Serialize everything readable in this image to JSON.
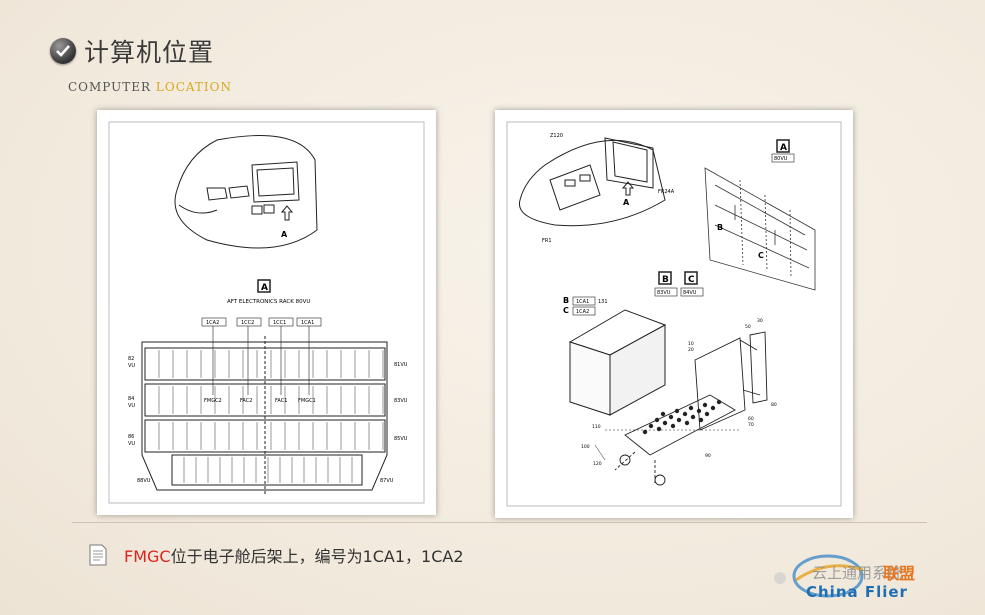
{
  "header": {
    "title": "计算机位置",
    "subtitle_part1": "COMPUTER",
    "subtitle_part2": "LOCATION"
  },
  "left_diagram": {
    "callout_a": "A",
    "box_label": "A",
    "rack_title": "AFT ELECTRONICS RACK 80VU",
    "slot_tags": [
      "1CA2",
      "1CC2",
      "1CC1",
      "1CA1"
    ],
    "rows_left": [
      [
        "82",
        "VU"
      ],
      [
        "84",
        "VU"
      ],
      [
        "86",
        "VU"
      ]
    ],
    "rows_right": [
      "81VU",
      "83VU",
      "85VU"
    ],
    "bottom_left": "88VU",
    "bottom_right": "87VU",
    "computers": [
      "FMGC2",
      "FAC2",
      "FAC1",
      "FMGC1"
    ]
  },
  "right_diagram": {
    "z_label": "Z120",
    "fr24a": "FR24A",
    "fr1": "FR1",
    "callout_a": "A",
    "box_a": "A",
    "box_a_sub": "80VU",
    "callout_b": "B",
    "callout_c": "C",
    "box_b": "B",
    "box_b_sub": "83VU",
    "box_c": "C",
    "box_c_sub": "84VU",
    "id_b_letter": "B",
    "id_c_letter": "C",
    "id_b": "1CA1",
    "id_c": "1CA2",
    "id_num": "131",
    "dims": [
      "30",
      "50",
      "10",
      "20",
      "80",
      "90",
      "70",
      "60",
      "110",
      "100",
      "120"
    ]
  },
  "footer": {
    "note_part1": "FMGC",
    "note_part2": "位于电子舱后架上，编号为1CA1，1CA2",
    "watermark_text": "云上通用系统",
    "watermark_brand": "联盟",
    "watermark_site": "China Flier"
  },
  "colors": {
    "accent_gold": "#d8a91f",
    "note_red": "#d9261c",
    "background": "#f4eee4"
  }
}
